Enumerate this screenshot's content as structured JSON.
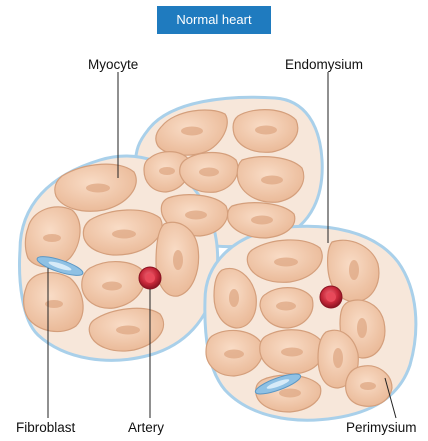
{
  "title": "Normal heart",
  "labels": {
    "myocyte": "Myocyte",
    "endomysium": "Endomysium",
    "fibroblast": "Fibroblast",
    "artery": "Artery",
    "perimysium": "Perimysium"
  },
  "colors": {
    "title_bg": "#1f7bbf",
    "cell_fill": "#f0c5a4",
    "cell_stroke": "#d49f7c",
    "nucleus": "#dfa884",
    "matrix": "#f7e7da",
    "perimysium": "#a9d0ea",
    "artery": "#c8283a",
    "fibroblast": "#8fc1e4"
  }
}
